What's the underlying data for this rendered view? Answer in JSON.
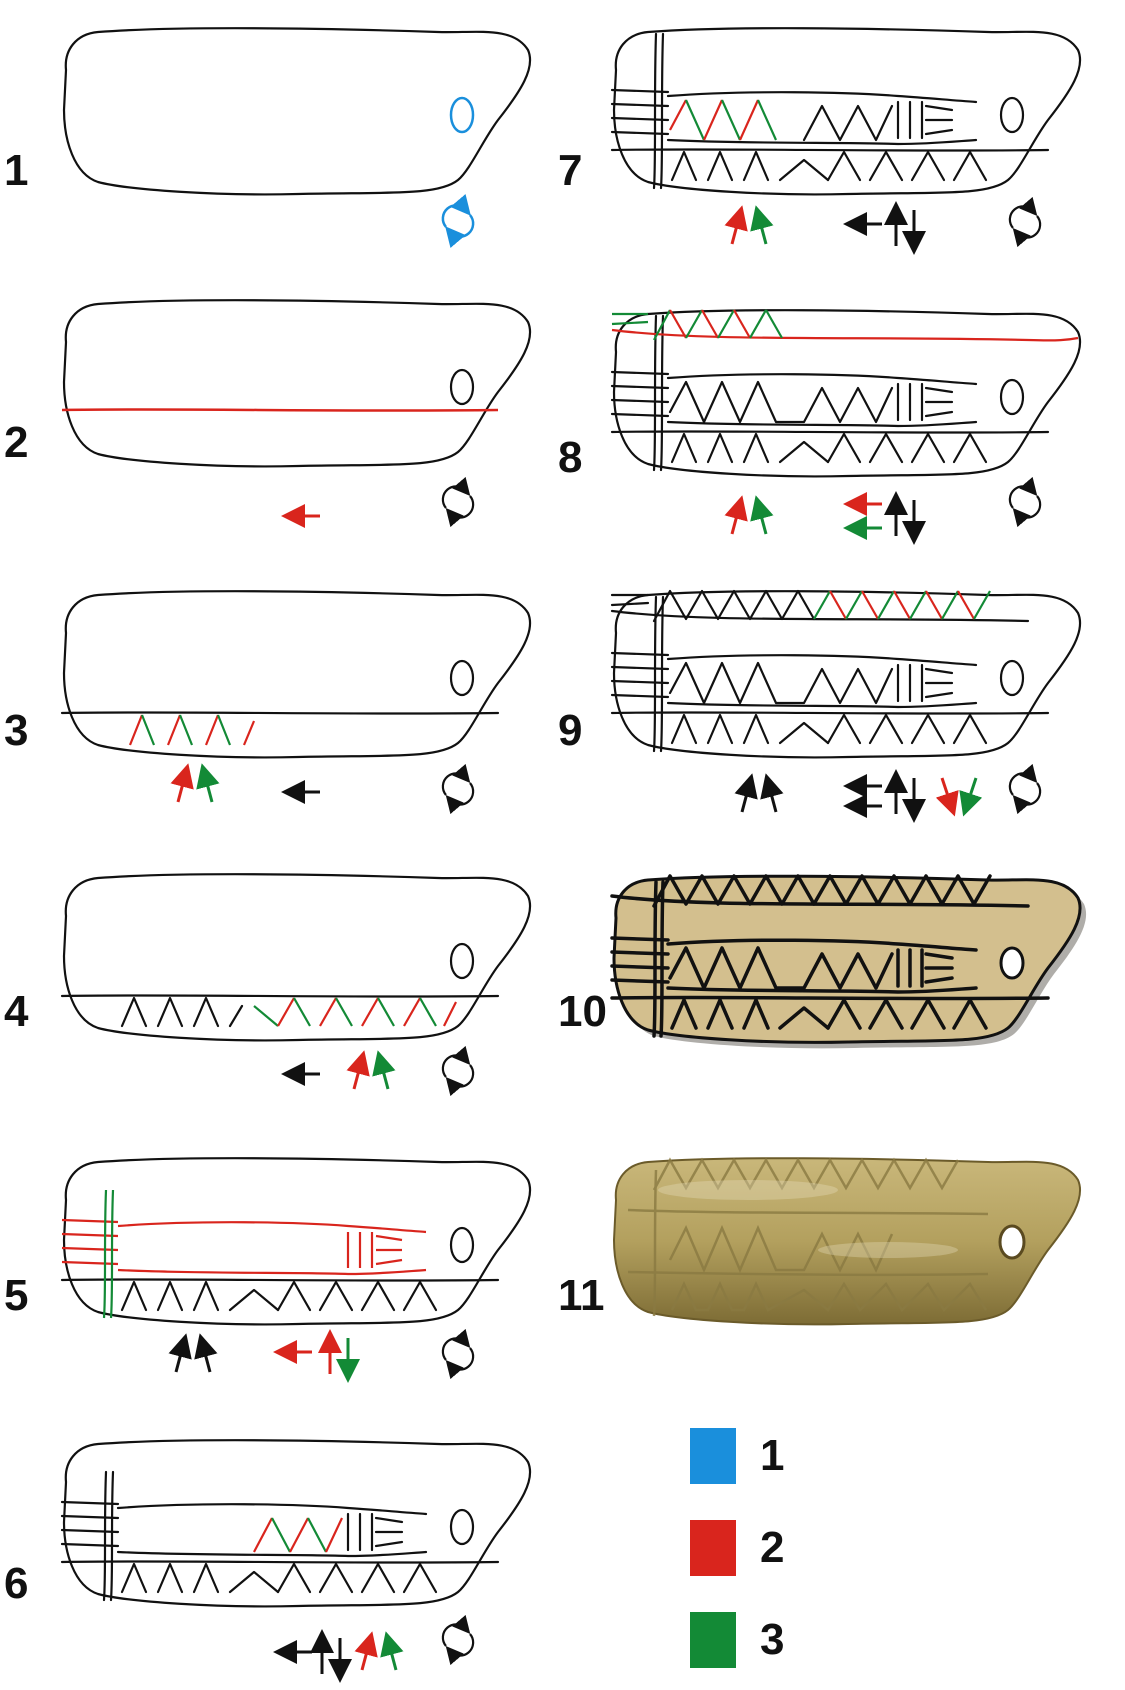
{
  "panels": [
    {
      "id": "1",
      "label": "1"
    },
    {
      "id": "2",
      "label": "2"
    },
    {
      "id": "3",
      "label": "3"
    },
    {
      "id": "4",
      "label": "4"
    },
    {
      "id": "5",
      "label": "5"
    },
    {
      "id": "6",
      "label": "6"
    },
    {
      "id": "7",
      "label": "7"
    },
    {
      "id": "8",
      "label": "8"
    },
    {
      "id": "9",
      "label": "9"
    },
    {
      "id": "10",
      "label": "10"
    },
    {
      "id": "11",
      "label": "11"
    }
  ],
  "legend": [
    {
      "label": "1",
      "color": "#1a8fdc"
    },
    {
      "label": "2",
      "color": "#d9251d"
    },
    {
      "label": "3",
      "color": "#138a36"
    }
  ],
  "colors": {
    "ink": "#111111",
    "blue": "#1a8fdc",
    "red": "#d9251d",
    "green": "#138a36",
    "bone_fill": "#d3bf8e",
    "photo_fill": "#b3a05e"
  }
}
